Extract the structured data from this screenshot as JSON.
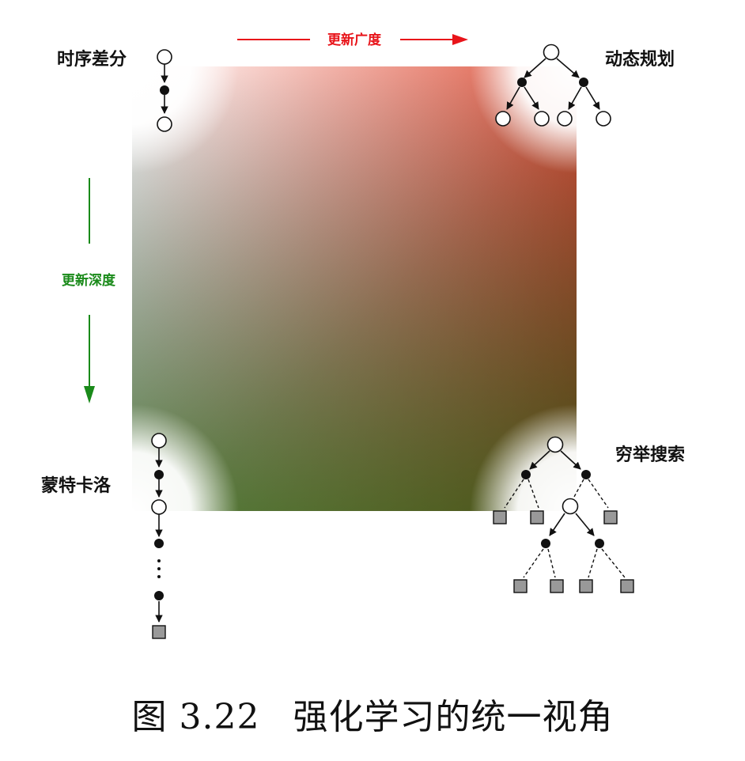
{
  "diagram": {
    "corner_labels": {
      "top_left": "时序差分",
      "top_right": "动态规划",
      "bottom_left": "蒙特卡洛",
      "bottom_right": "穷举搜索"
    },
    "axes": {
      "horizontal": {
        "label": "更新广度",
        "color": "#e8141a"
      },
      "vertical": {
        "label": "更新深度",
        "color": "#1a8a1a"
      }
    },
    "gradient_colors": {
      "top_left": "#ffffff",
      "top_right": "#f08a8a",
      "bottom_left": "#8fc28a",
      "bottom_right": "#7a4a16"
    },
    "node_legend": {
      "state": "white circle",
      "action": "black dot",
      "terminal": "gray square"
    }
  },
  "caption": {
    "figure_number": "图 3.22",
    "title": "强化学习的统一视角"
  }
}
